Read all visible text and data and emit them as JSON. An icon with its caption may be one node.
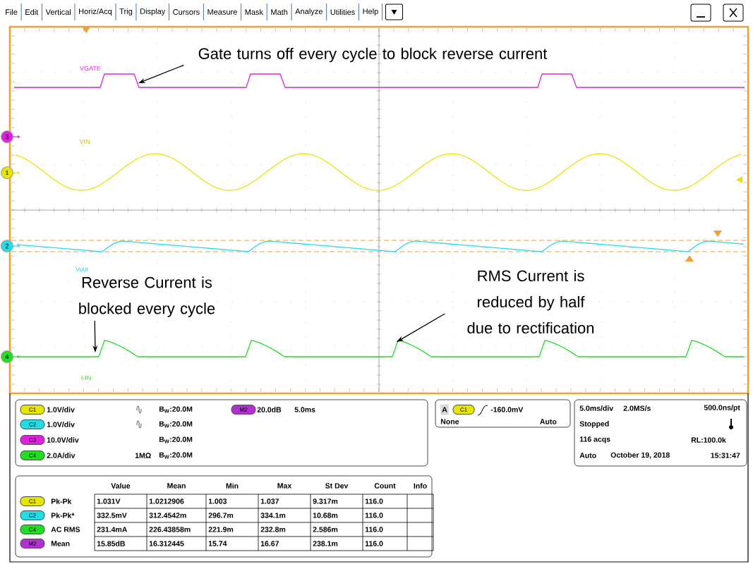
{
  "diagram": {
    "nodes": [
      {
        "text": [
          "Gate turns off every cycle to block reverse current"
        ]
      },
      {
        "text": [
          "Reverse Current is blocked every cycle"
        ]
      },
      {
        "text": [
          "RMS Current is reduced by half due to rectification"
        ]
      },
      {
        "text": [],
        "shape": "line"
      },
      {
        "text": [],
        "shape": "line"
      }
    ],
    "edges": [
      {
        "from": 0,
        "to": 3,
        "arrow": "to"
      },
      {
        "from": 1,
        "to": 4,
        "arrow": "to"
      },
      {
        "from": 2,
        "to": 4,
        "arrow": "to"
      }
    ],
    "labels": [
      "File",
      "Edit",
      "Vertical",
      "Horiz/Acq",
      "Trig",
      "Display",
      "Cursors",
      "Measure",
      "Mask",
      "Math",
      "Analyze",
      "Utilities",
      "Help",
      "VGATE",
      "3",
      "VIN",
      "1",
      "2",
      "Vout",
      "4",
      "I-IN",
      "C1",
      "1.0V/div",
      "B$_{W}$:20.0M",
      "M2",
      "20.0dB",
      "5.0ms",
      "C2",
      "1.0V/div",
      "B$_{W}$:20.0M",
      "C3",
      "10.0V/div",
      "B$_{W}$:20.0M",
      "C4",
      "2.0A/div",
      "1MΩ",
      "B$_{W}$:20.0M",
      "A",
      "C1",
      "-160.0mV",
      "None",
      "Auto",
      "5.0ms/div",
      "2.0MS/s",
      "500.0ns/pt",
      "Stopped",
      "116 acqs",
      "RL:100.0k",
      "Auto",
      "October 19, 2018",
      "15:31:47",
      "Value",
      "Mean",
      "Min",
      "Max",
      "St Dev",
      "Count",
      "Info",
      "C1",
      "Pk-Pk",
      "1.031V",
      "1.0212906",
      "1.003",
      "1.037",
      "9.317m",
      "116.0",
      "C2",
      "Pk-Pk*",
      "332.5mV",
      "312.4542m",
      "296.7m",
      "334.1m",
      "10.68m",
      "116.0",
      "C4",
      "AC RMS",
      "231.4mA",
      "226.43858m",
      "221.9m",
      "232.8m",
      "2.586m",
      "116.0",
      "M2",
      "Mean",
      "15.85dB",
      "16.312445",
      "15.74",
      "16.67",
      "238.1m",
      "116.0"
    ]
  }
}
